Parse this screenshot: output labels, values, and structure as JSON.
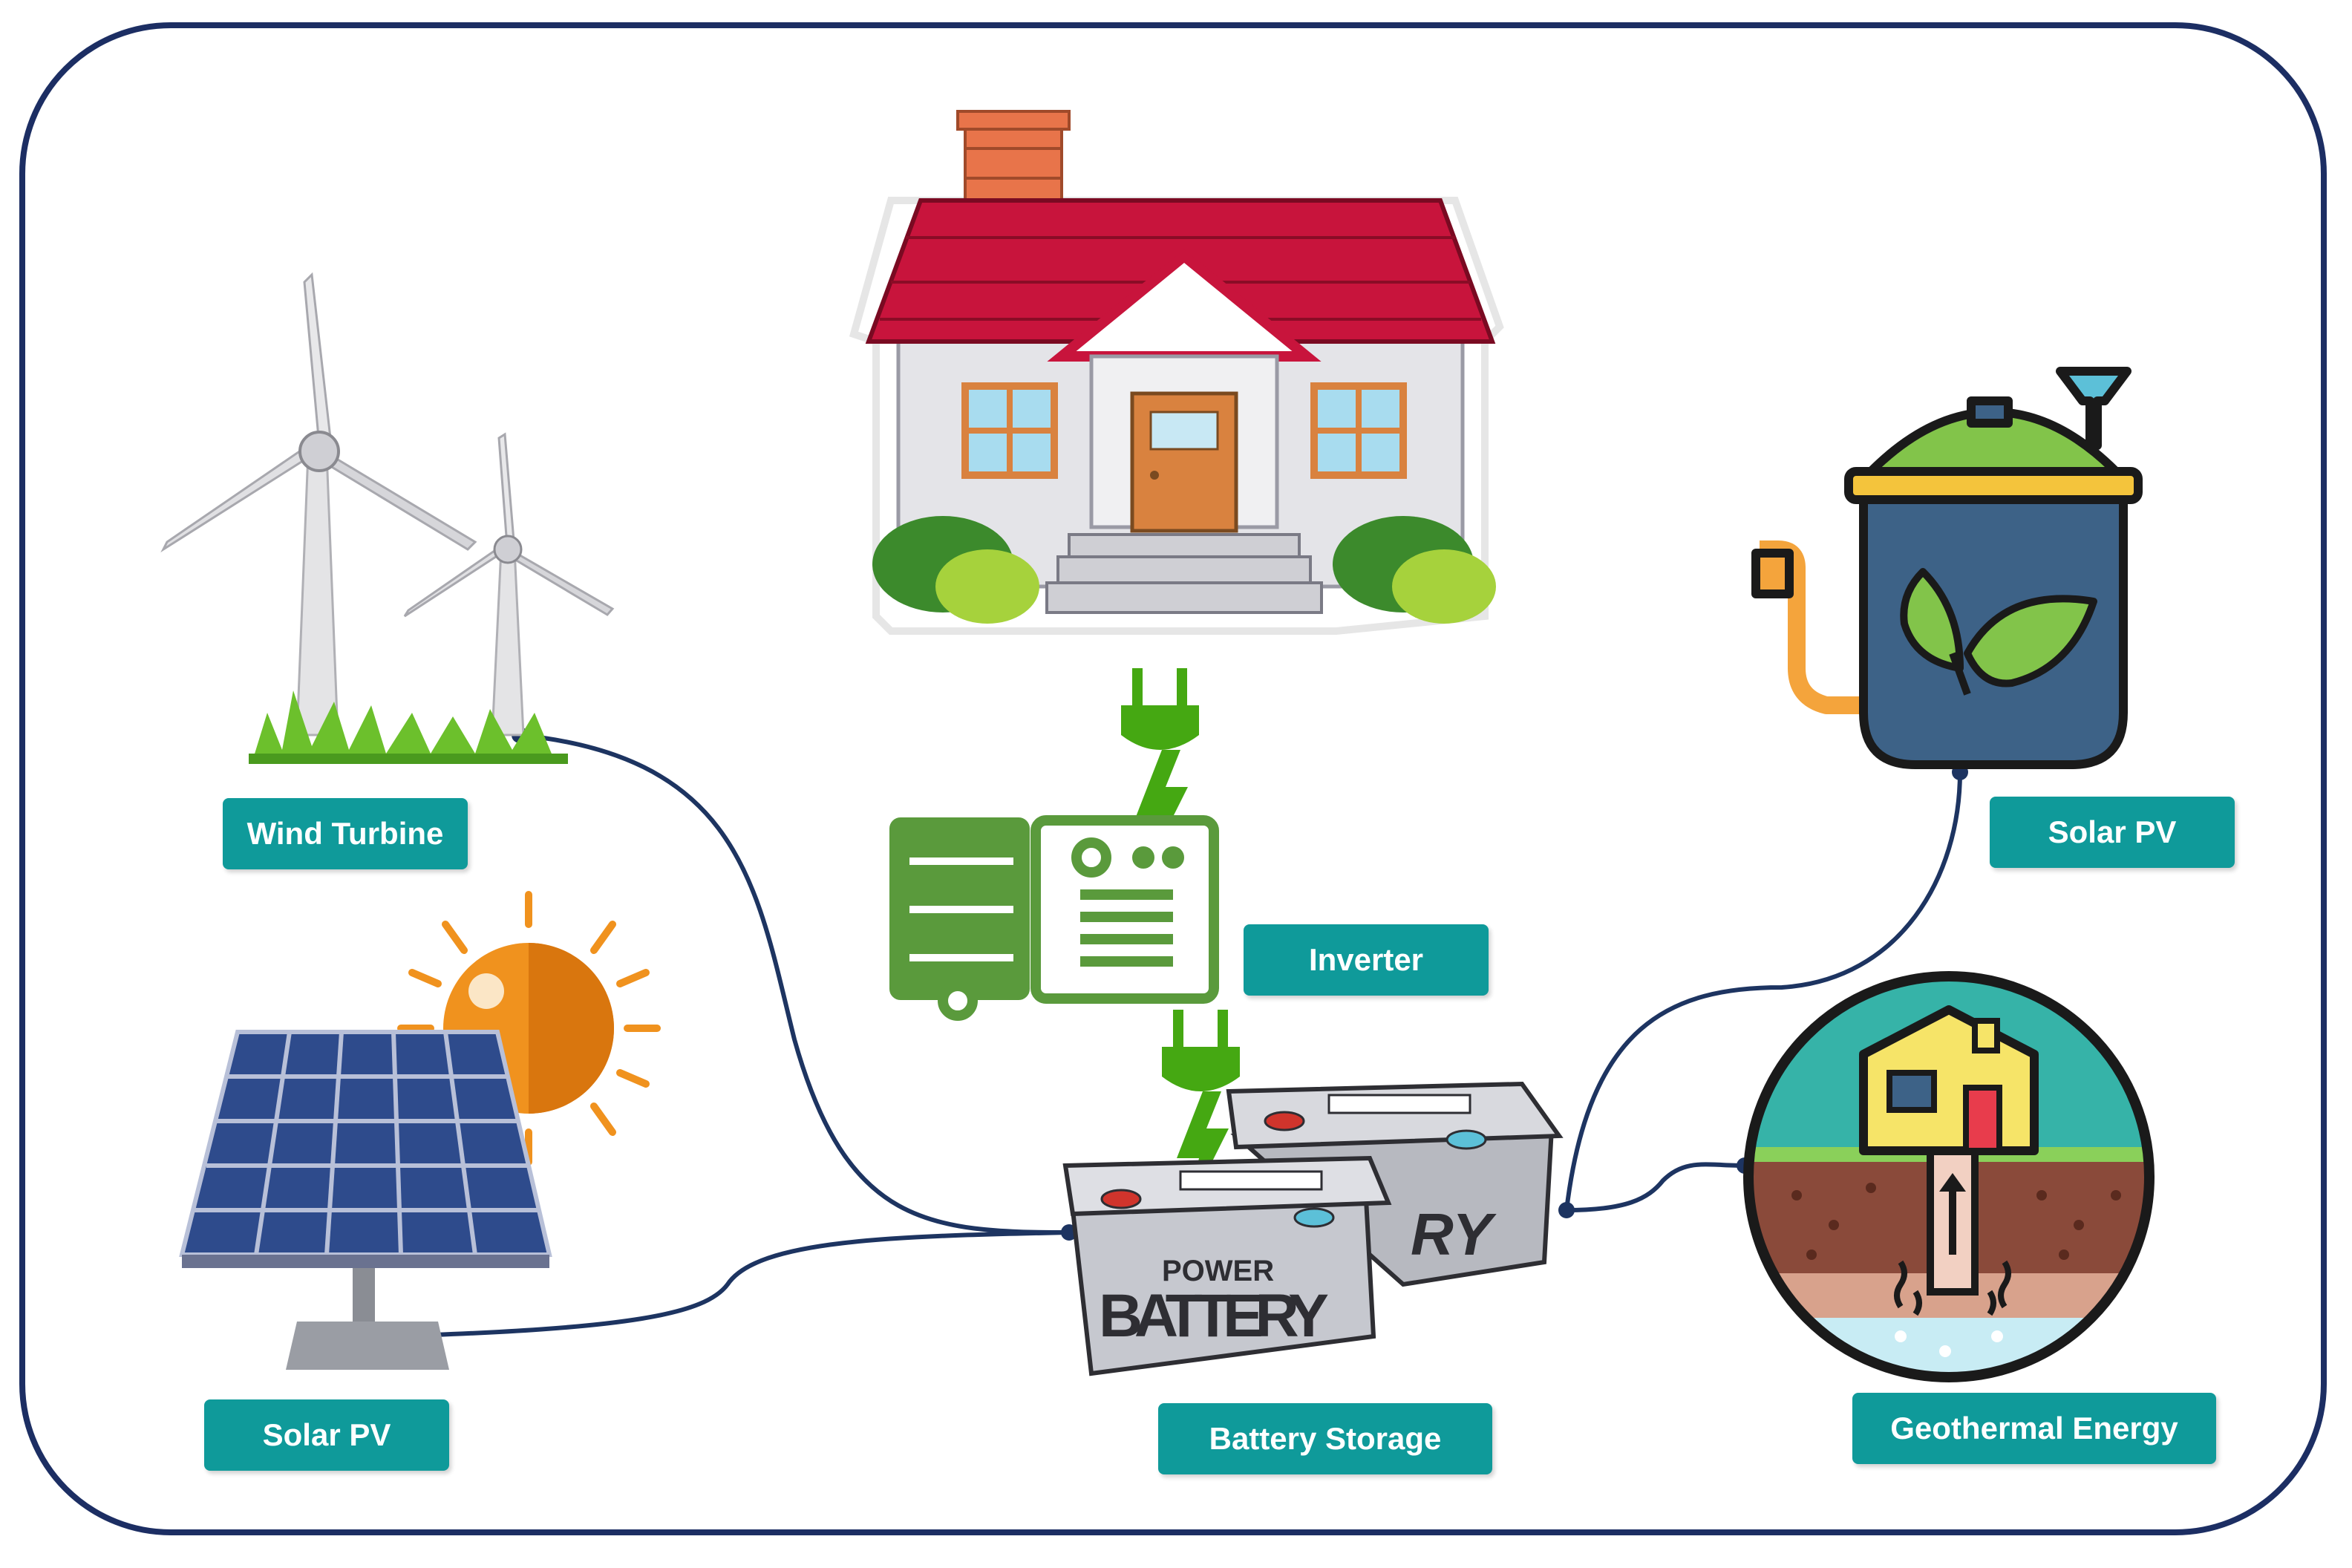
{
  "labels": {
    "wind_turbine": "Wind Turbine",
    "solar_pv_left": "Solar PV",
    "inverter": "Inverter",
    "battery_storage": "Battery Storage",
    "solar_pv_right": "Solar PV",
    "geothermal": "Geothermal Energy"
  },
  "battery_text": {
    "line1": "POWER",
    "line2": "BATTERY"
  },
  "colors": {
    "label_bg": "#0f9a9a",
    "frame": "#1c2e63",
    "connector": "#1d3461",
    "plug_green": "#45a812",
    "inverter_green": "#5a9a3c",
    "roof_red": "#c8143c",
    "panel_blue": "#2e4b8c",
    "sun_orange": "#f0921e",
    "tank_blue": "#3d6287"
  },
  "icons": [
    "house-icon",
    "wind-turbine-icon",
    "solar-panel-icon",
    "sun-icon",
    "inverter-icon",
    "plug-icon",
    "battery-icon",
    "biogas-tank-icon",
    "geothermal-icon"
  ]
}
